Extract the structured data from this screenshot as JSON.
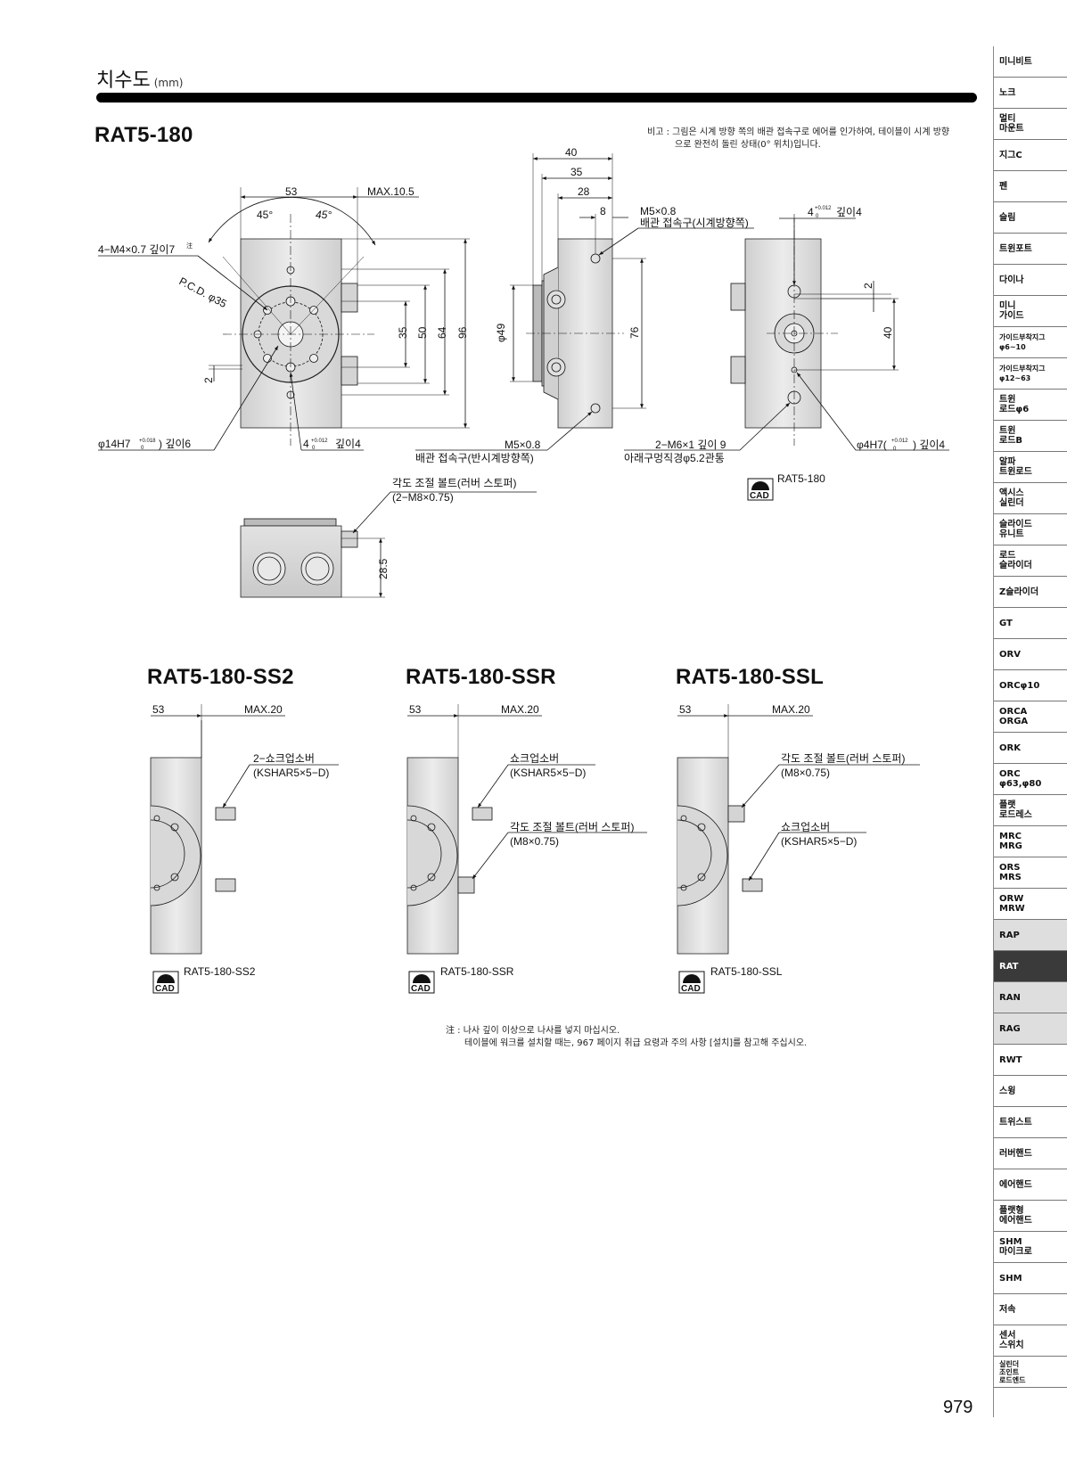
{
  "header": {
    "title": "치수도",
    "unit": "(mm)"
  },
  "main_model": "RAT5-180",
  "note_top": {
    "line1": "비고 : 그림은 시계 방향 쪽의 배관 접속구로 에어를 인가하여, 테이블이 시계 방향",
    "line2": "으로 완전히 돌린 상태(0° 위치)입니다."
  },
  "front_view": {
    "dim_53": "53",
    "dim_max": "MAX.10.5",
    "angle_left": "45°",
    "angle_right": "45°",
    "tap_label": "4−M4×0.7 깊이7",
    "tap_note": "注",
    "pcd": "P.C.D. φ35",
    "dim_35": "35",
    "dim_50": "50",
    "dim_64": "64",
    "dim_96": "96",
    "dim_2": "2",
    "bore": "φ14H7",
    "bore_tol_upper": "+0.018",
    "bore_tol_lower": "0",
    "bore_depth": ") 깊이6",
    "key_label": "4",
    "key_tol_upper": "+0.012",
    "key_tol_lower": "0",
    "key_depth": "깊이4"
  },
  "side_view": {
    "dim_40": "40",
    "dim_35": "35",
    "dim_28": "28",
    "dim_8": "8",
    "port_cw_size": "M5×0.8",
    "port_cw_label": "배관 접속구(시계방향쪽)",
    "dim_phi49": "φ49",
    "dim_76": "76",
    "port_ccw_size": "M5×0.8",
    "port_ccw_label": "배관 접속구(반시계방향쪽)"
  },
  "bottom_view": {
    "key_label": "4",
    "key_tol_upper": "+0.012",
    "key_tol_lower": "0",
    "key_depth": "깊이4",
    "dim_2": "2",
    "dim_40": "40",
    "mount_holes": "2−M6×1 깊이 9",
    "mount_holes_sub": "아래구멍직경φ5.2관통",
    "pin_hole": "φ4H7(",
    "pin_tol_upper": "+0.012",
    "pin_tol_lower": "0",
    "pin_depth": ") 깊이4"
  },
  "cad_main": {
    "icon_text": "CAD",
    "label": "RAT5-180"
  },
  "stopper_view": {
    "label": "각도 조절 볼트(러버 스토퍼)",
    "size": "(2−M8×0.75)",
    "dim_28_5": "28.5"
  },
  "variants": [
    {
      "model": "RAT5-180-SS2",
      "dim_53": "53",
      "dim_max": "MAX.20",
      "callout1": "2−쇼크업소버",
      "callout1_sub": "(KSHAR5×5−D)",
      "callout2": "",
      "callout2_sub": "",
      "cad": "RAT5-180-SS2"
    },
    {
      "model": "RAT5-180-SSR",
      "dim_53": "53",
      "dim_max": "MAX.20",
      "callout1": "쇼크업소버",
      "callout1_sub": "(KSHAR5×5−D)",
      "callout2": "각도 조절 볼트(러버 스토퍼)",
      "callout2_sub": "(M8×0.75)",
      "cad": "RAT5-180-SSR"
    },
    {
      "model": "RAT5-180-SSL",
      "dim_53": "53",
      "dim_max": "MAX.20",
      "callout1": "각도 조절 볼트(러버 스토퍼)",
      "callout1_sub": "(M8×0.75)",
      "callout2": "쇼크업소버",
      "callout2_sub": "(KSHAR5×5−D)",
      "cad": "RAT5-180-SSL"
    }
  ],
  "note_bottom": {
    "line1": "注 : 나사 깊이 이상으로 나사를 넣지 마십시오.",
    "line2": "테이블에 워크를 설치할 때는, 967 페이지 취급 요령과 주의 사항 [설치]를 참고해 주십시오."
  },
  "sidebar": {
    "items": [
      {
        "label": "미니비트",
        "state": "normal"
      },
      {
        "label": "노크",
        "state": "normal"
      },
      {
        "label": "멀티\n마운트",
        "state": "normal"
      },
      {
        "label": "지그C",
        "state": "normal"
      },
      {
        "label": "펜",
        "state": "normal"
      },
      {
        "label": "슬림",
        "state": "normal"
      },
      {
        "label": "트윈포트",
        "state": "normal"
      },
      {
        "label": "다이나",
        "state": "normal"
      },
      {
        "label": "미니\n가이드",
        "state": "normal"
      },
      {
        "label": "가이드부착지그\nφ6~10",
        "state": "normal"
      },
      {
        "label": "가이드부착지그\nφ12~63",
        "state": "normal"
      },
      {
        "label": "트윈\n로드φ6",
        "state": "normal"
      },
      {
        "label": "트윈\n로드B",
        "state": "normal"
      },
      {
        "label": "알파\n트윈로드",
        "state": "normal"
      },
      {
        "label": "액시스\n실린더",
        "state": "normal"
      },
      {
        "label": "슬라이드\n유니트",
        "state": "normal"
      },
      {
        "label": "로드\n슬라이더",
        "state": "normal"
      },
      {
        "label": "Z슬라이더",
        "state": "normal"
      },
      {
        "label": "GT",
        "state": "normal"
      },
      {
        "label": "ORV",
        "state": "normal"
      },
      {
        "label": "ORCφ10",
        "state": "normal"
      },
      {
        "label": "ORCA\nORGA",
        "state": "normal"
      },
      {
        "label": "ORK",
        "state": "normal"
      },
      {
        "label": "ORC\nφ63,φ80",
        "state": "normal"
      },
      {
        "label": "플랫\n로드레스",
        "state": "normal"
      },
      {
        "label": "MRC\nMRG",
        "state": "normal"
      },
      {
        "label": "ORS\nMRS",
        "state": "normal"
      },
      {
        "label": "ORW\nMRW",
        "state": "normal"
      },
      {
        "label": "RAP",
        "state": "grey"
      },
      {
        "label": "RAT",
        "state": "active"
      },
      {
        "label": "RAN",
        "state": "grey"
      },
      {
        "label": "RAG",
        "state": "grey"
      },
      {
        "label": "RWT",
        "state": "normal"
      },
      {
        "label": "스윙",
        "state": "normal"
      },
      {
        "label": "트위스트",
        "state": "normal"
      },
      {
        "label": "러버핸드",
        "state": "normal"
      },
      {
        "label": "에어핸드",
        "state": "normal"
      },
      {
        "label": "플랫형\n에어핸드",
        "state": "normal"
      },
      {
        "label": "SHM\n마이크로",
        "state": "normal"
      },
      {
        "label": "SHM",
        "state": "normal"
      },
      {
        "label": "저속",
        "state": "normal"
      },
      {
        "label": "센서\n스위치",
        "state": "normal"
      },
      {
        "label": "실린더\n조인트\n로드엔드",
        "state": "normal"
      }
    ]
  },
  "page_number": "979"
}
